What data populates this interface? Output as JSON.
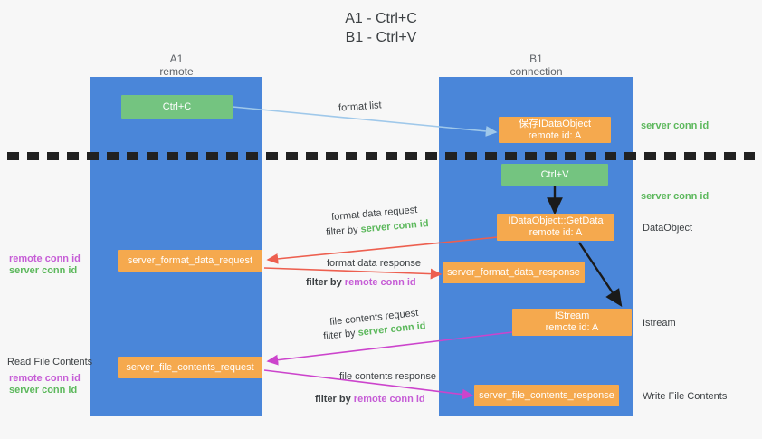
{
  "title": "A1 - Ctrl+C\nB1 - Ctrl+V",
  "lanes": [
    {
      "name": "A1",
      "sub": "remote"
    },
    {
      "name": "B1",
      "sub": "connection"
    }
  ],
  "boxes": [
    {
      "id": "ctrl-c",
      "label": "Ctrl+C",
      "label2": "",
      "color": "#74c480"
    },
    {
      "id": "save-idataobject",
      "label": "保存IDataObject",
      "label2": "remote id: A",
      "color": "#f5a94e"
    },
    {
      "id": "ctrl-v",
      "label": "Ctrl+V",
      "label2": "",
      "color": "#74c480"
    },
    {
      "id": "idataobject-getdata",
      "label": "IDataObject::GetData",
      "label2": "remote id: A",
      "color": "#f5a94e"
    },
    {
      "id": "server-format-data-request",
      "label": "server_format_data_request",
      "label2": "",
      "color": "#f5a94e"
    },
    {
      "id": "server-format-data-response",
      "label": "server_format_data_response",
      "label2": "",
      "color": "#f5a94e"
    },
    {
      "id": "istream",
      "label": "IStream",
      "label2": "remote id: A",
      "color": "#f5a94e"
    },
    {
      "id": "server-file-contents-request",
      "label": "server_file_contents_request",
      "label2": "",
      "color": "#f5a94e"
    },
    {
      "id": "server-file-contents-response",
      "label": "server_file_contents_response",
      "label2": "",
      "color": "#f5a94e"
    }
  ],
  "flow_labels": {
    "format_list": "format list",
    "format_data_request": "format data request",
    "format_data_response": "format data response",
    "file_contents_request": "file contents request",
    "file_contents_response": "file contents response",
    "filter_by": "filter by",
    "server_conn_id": "server conn id",
    "remote_conn_id": "remote conn id"
  },
  "side_labels": {
    "left_mid_remote": "remote conn id",
    "left_mid_server": "server conn id",
    "read_file_contents": "Read File Contents",
    "left_low_remote": "remote conn id",
    "left_low_server": "server conn id",
    "right_server_conn_1": "server conn id",
    "right_server_conn_2": "server conn id",
    "right_dataobject": "DataObject",
    "right_istream": "Istream",
    "right_write_file_contents": "Write File Contents"
  },
  "colors": {
    "lane": "#4a86d9",
    "green_box": "#74c480",
    "orange_box": "#f5a94e",
    "green_text": "#5cb85c",
    "purple_text": "#c65dd6",
    "red_arrow": "#ed5f4f",
    "magenta_arrow": "#cc44cc",
    "lightblue_arrow": "#9fc8ea",
    "dark_arrow": "#1a1a1a",
    "background": "#f7f7f7"
  }
}
